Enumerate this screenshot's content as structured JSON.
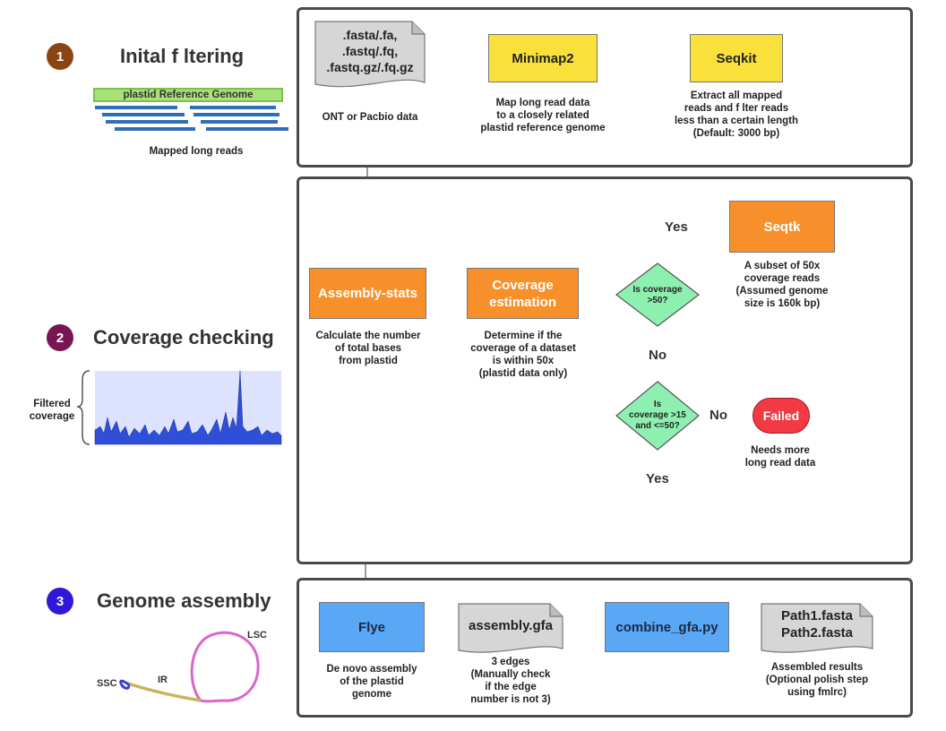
{
  "colors": {
    "step1": "#8b4513",
    "step2": "#7a1553",
    "step3": "#2f18d6",
    "yellow": "#f9e03b",
    "orange": "#f7902b",
    "blue": "#5aa7f5",
    "green": "#8ef0b0",
    "red": "#f23a45"
  },
  "sections": [
    {
      "number": "1",
      "title": "Inital f ltering"
    },
    {
      "number": "2",
      "title": "Coverage checking"
    },
    {
      "number": "3",
      "title": "Genome assembly"
    }
  ],
  "left_illustrations": {
    "reference_label": "plastid Reference Genome",
    "mapped_reads_caption": "Mapped long reads",
    "filtered_coverage_label": "Filtered coverage",
    "assembly_labels": {
      "lsc": "LSC",
      "ssc": "SSC",
      "ir": "IR"
    }
  },
  "panel1": {
    "input_doc": {
      "lines": [
        ".fasta/.fa,",
        ".fastq/.fq,",
        ".fastq.gz/.fq.gz"
      ],
      "caption": "ONT or Pacbio data"
    },
    "minimap2": {
      "label": "Minimap2",
      "caption": [
        "Map long read data",
        "to a closely related",
        "plastid reference genome"
      ]
    },
    "seqkit": {
      "label": "Seqkit",
      "caption": [
        "Extract all mapped",
        "reads and f lter reads",
        "less than a certain length",
        "(Default: 3000 bp)"
      ]
    }
  },
  "panel2": {
    "assembly_stats": {
      "label": "Assembly-stats",
      "caption": [
        "Calculate the number",
        "of total bases",
        "from plastid"
      ]
    },
    "coverage_estimation": {
      "label": [
        "Coverage",
        "estimation"
      ],
      "caption": [
        "Determine if the",
        "coverage of a dataset",
        "is within 50x",
        "(plastid data only)"
      ]
    },
    "decision1": {
      "lines": [
        "Is coverage",
        ">50?"
      ]
    },
    "decision2": {
      "lines": [
        "Is",
        "coverage >15",
        "and <=50?"
      ]
    },
    "seqtk": {
      "label": "Seqtk",
      "caption": [
        "A subset of 50x",
        "coverage reads",
        "(Assumed genome",
        "size is 160k bp)"
      ]
    },
    "failed": {
      "label": "Failed",
      "caption": [
        "Needs more",
        "long read data"
      ]
    },
    "edge_labels": {
      "yes_top": "Yes",
      "no_mid": "No",
      "no_right": "No",
      "yes_bottom": "Yes"
    }
  },
  "panel3": {
    "flye": {
      "label": "Flye",
      "caption": [
        "De novo assembly",
        "of the plastid",
        "genome"
      ]
    },
    "assembly_gfa": {
      "label": "assembly.gfa",
      "caption": [
        "3 edges",
        "(Manually check",
        "if the edge",
        "number is not 3)"
      ]
    },
    "combine": {
      "label": "combine_gfa.py"
    },
    "paths": {
      "lines": [
        "Path1.fasta",
        "Path2.fasta"
      ],
      "caption": [
        "Assembled results",
        "(Optional polish step",
        "using fmlrc)"
      ]
    }
  }
}
